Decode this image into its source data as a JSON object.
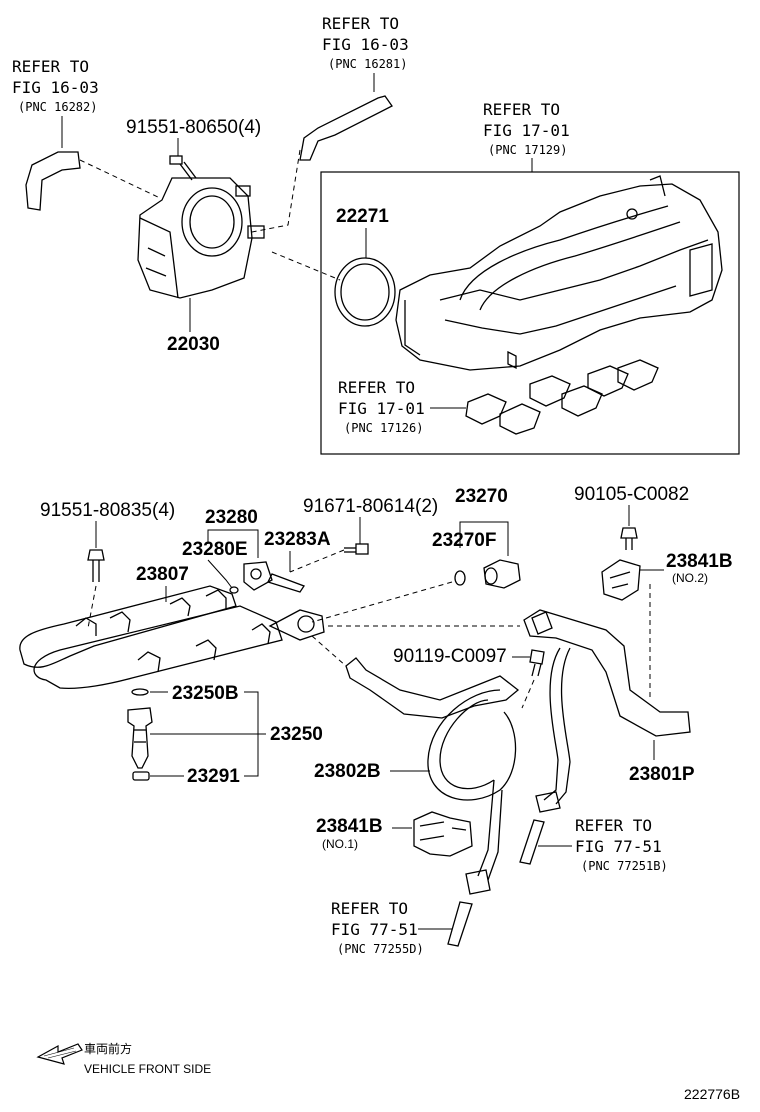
{
  "callouts": {
    "ref_tb_hose": {
      "l1": "REFER TO",
      "l2": "FIG 16-03",
      "l3": "(PNC 16281)"
    },
    "ref_tb_hose2": {
      "l1": "REFER TO",
      "l2": "FIG 16-03",
      "l3": "(PNC 16282)"
    },
    "ref_manifold": {
      "l1": "REFER TO",
      "l2": "FIG 17-01",
      "l3": "(PNC 17129)"
    },
    "ref_gasket": {
      "l1": "REFER TO",
      "l2": "FIG 17-01",
      "l3": "(PNC 17126)"
    },
    "ref_77251b": {
      "l1": "REFER TO",
      "l2": "FIG 77-51",
      "l3": "(PNC 77251B)"
    },
    "ref_77255d": {
      "l1": "REFER TO",
      "l2": "FIG 77-51",
      "l3": "(PNC 77255D)"
    }
  },
  "parts": {
    "p91551_80650": "91551-80650(4)",
    "p22271": "22271",
    "p22030": "22030",
    "p91551_80835": "91551-80835(4)",
    "p23280": "23280",
    "p23280e": "23280E",
    "p23283a": "23283A",
    "p91671": "91671-80614(2)",
    "p23270": "23270",
    "p23270f": "23270F",
    "p90105": "90105-C0082",
    "p23841b_top": "23841B",
    "p23841b_top_note": "(NO.2)",
    "p23807": "23807",
    "p90119": "90119-C0097",
    "p23250b": "23250B",
    "p23250": "23250",
    "p23291": "23291",
    "p23802b": "23802B",
    "p23801p": "23801P",
    "p23841b_bot": "23841B",
    "p23841b_bot_note": "(NO.1)"
  },
  "legend": {
    "japanese": "車両前方",
    "english": "VEHICLE FRONT SIDE"
  },
  "figure_id": "222776B"
}
